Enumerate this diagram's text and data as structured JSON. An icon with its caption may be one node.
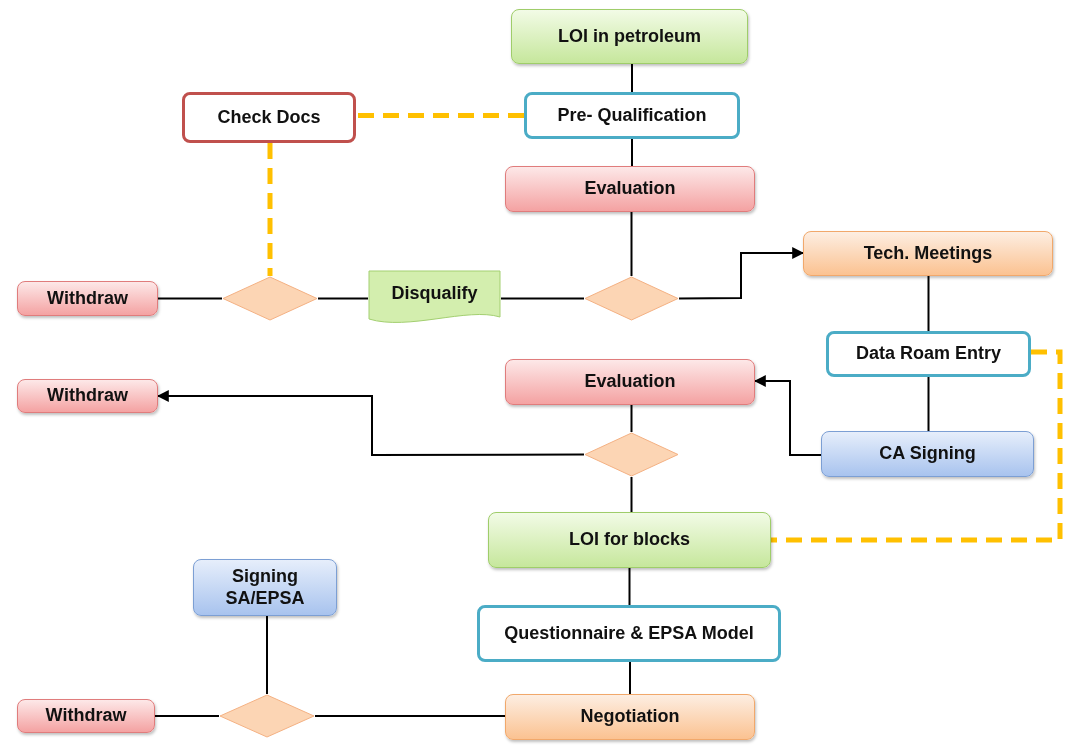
{
  "diagram": {
    "nodes": [
      {
        "text": [
          "LOI  in petroleum"
        ]
      },
      {
        "text": [
          "Check Docs"
        ]
      },
      {
        "text": [
          "Pre- Qualification"
        ]
      },
      {
        "text": [
          "Evaluation"
        ]
      },
      {
        "text": [
          "Tech. Meetings"
        ]
      },
      {
        "text": [
          "Withdraw"
        ]
      },
      {
        "text": [],
        "shape": "diamond"
      },
      {
        "text": [
          "Disqualify"
        ]
      },
      {
        "text": [],
        "shape": "diamond"
      },
      {
        "text": [
          "Data Roam Entry"
        ]
      },
      {
        "text": [
          "Withdraw"
        ]
      },
      {
        "text": [
          "Evaluation"
        ]
      },
      {
        "text": [],
        "shape": "diamond"
      },
      {
        "text": [
          "CA Signing"
        ]
      },
      {
        "text": [
          "LOI  for blocks"
        ]
      },
      {
        "text": [
          "Signing SA/EPSA"
        ]
      },
      {
        "text": [
          "Questionnaire  & EPSA Model"
        ]
      },
      {
        "text": [
          "Withdraw"
        ]
      },
      {
        "text": [],
        "shape": "diamond"
      },
      {
        "text": [
          "Negotiation"
        ]
      }
    ],
    "edges": [
      {
        "from": 0,
        "to": 2,
        "arrow": "none"
      },
      {
        "from": 2,
        "to": 1,
        "arrow": "none",
        "style": "dashed",
        "color": "#ffc000"
      },
      {
        "from": 2,
        "to": 3,
        "arrow": "none"
      },
      {
        "from": 3,
        "to": 8,
        "arrow": "none"
      },
      {
        "from": 8,
        "to": 7,
        "arrow": "none"
      },
      {
        "from": 7,
        "to": 6,
        "arrow": "none"
      },
      {
        "from": 6,
        "to": 5,
        "arrow": "none"
      },
      {
        "from": 1,
        "to": 6,
        "arrow": "none",
        "style": "dashed",
        "color": "#ffc000"
      },
      {
        "from": 8,
        "to": 4,
        "arrow": "to"
      },
      {
        "from": 4,
        "to": 9,
        "arrow": "none"
      },
      {
        "from": 9,
        "to": 13,
        "arrow": "none"
      },
      {
        "from": 13,
        "to": 11,
        "arrow": "to"
      },
      {
        "from": 9,
        "to": 14,
        "arrow": "none",
        "style": "dashed",
        "color": "#ffc000"
      },
      {
        "from": 11,
        "to": 12,
        "arrow": "none"
      },
      {
        "from": 12,
        "to": 10,
        "arrow": "to"
      },
      {
        "from": 12,
        "to": 14,
        "arrow": "none"
      },
      {
        "from": 14,
        "to": 16,
        "arrow": "none"
      },
      {
        "from": 16,
        "to": 19,
        "arrow": "none"
      },
      {
        "from": 19,
        "to": 18,
        "arrow": "none"
      },
      {
        "from": 18,
        "to": 17,
        "arrow": "none"
      },
      {
        "from": 18,
        "to": 15,
        "arrow": "none"
      }
    ]
  }
}
